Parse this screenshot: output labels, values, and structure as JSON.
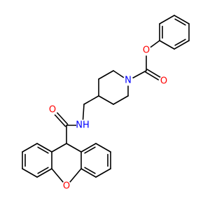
{
  "colors": {
    "bond": "#000000",
    "oxygen": "#ff0000",
    "nitrogen": "#0000ff",
    "background": "#ffffff"
  },
  "atoms": {
    "ester_carbonyl_o": "O",
    "ester_o": "O",
    "piperidine_n": "N",
    "amide_nh": "NH",
    "amide_o": "O",
    "xanthene_o": "O"
  }
}
